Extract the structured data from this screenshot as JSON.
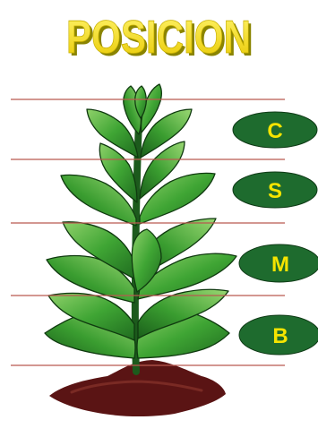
{
  "title": "POSICION",
  "positions": [
    {
      "code": "C"
    },
    {
      "code": "S"
    },
    {
      "code": "M"
    },
    {
      "code": "B"
    }
  ],
  "colors": {
    "title_fill": "#f5e400",
    "title_shadow": "#a8a000",
    "leaf_dark": "#1f6b1f",
    "leaf_mid": "#3fa534",
    "leaf_light": "#8fd16a",
    "soil": "#5a1414",
    "badge_fill": "#1e6b2e",
    "badge_text": "#f5e400",
    "line": "#b9594f"
  }
}
